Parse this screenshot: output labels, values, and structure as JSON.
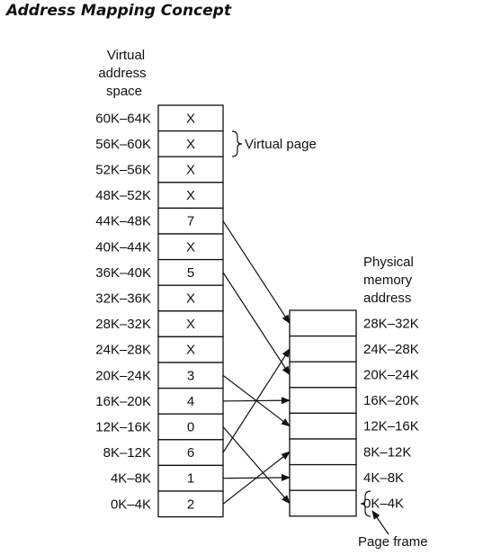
{
  "title": "Address Mapping Concept",
  "virtual_header": [
    "Virtual",
    "address",
    "space"
  ],
  "physical_header": [
    "Physical",
    "memory",
    "address"
  ],
  "virtual_page_label": "Virtual page",
  "page_frame_label": "Page frame",
  "virtual_rows": [
    {
      "range": "60K–64K",
      "value": "X"
    },
    {
      "range": "56K–60K",
      "value": "X"
    },
    {
      "range": "52K–56K",
      "value": "X"
    },
    {
      "range": "48K–52K",
      "value": "X"
    },
    {
      "range": "44K–48K",
      "value": "7"
    },
    {
      "range": "40K–44K",
      "value": "X"
    },
    {
      "range": "36K–40K",
      "value": "5"
    },
    {
      "range": "32K–36K",
      "value": "X"
    },
    {
      "range": "28K–32K",
      "value": "X"
    },
    {
      "range": "24K–28K",
      "value": "X"
    },
    {
      "range": "20K–24K",
      "value": "3"
    },
    {
      "range": "16K–20K",
      "value": "4"
    },
    {
      "range": "12K–16K",
      "value": "0"
    },
    {
      "range": "8K–12K",
      "value": "6"
    },
    {
      "range": "4K–8K",
      "value": "1"
    },
    {
      "range": "0K–4K",
      "value": "2"
    }
  ],
  "physical_rows": [
    "28K–32K",
    "24K–28K",
    "20K–24K",
    "16K–20K",
    "12K–16K",
    "8K–12K",
    "4K–8K",
    "0K–4K"
  ]
}
